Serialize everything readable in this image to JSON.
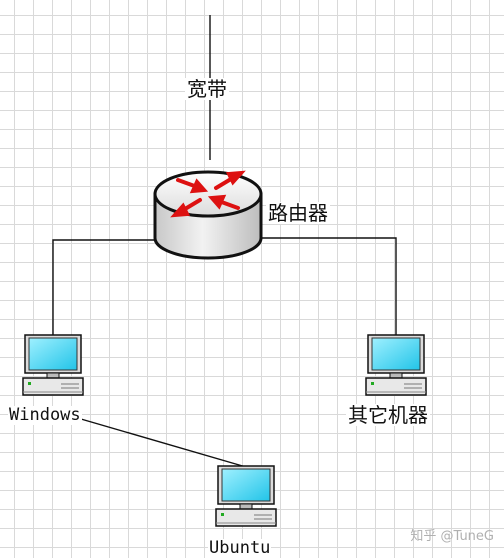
{
  "labels": {
    "broadband": "宽带",
    "router": "路由器",
    "windows": "Windows",
    "other_machines": "其它机器",
    "ubuntu": "Ubuntu"
  },
  "watermark": "知乎 @TuneG",
  "colors": {
    "line": "#111111",
    "screen": "#33ccee",
    "router_body": "#e6e6e6",
    "router_arrows": "#dd1111"
  },
  "icons": {
    "router": "router-icon",
    "computer": "desktop-computer-icon"
  }
}
